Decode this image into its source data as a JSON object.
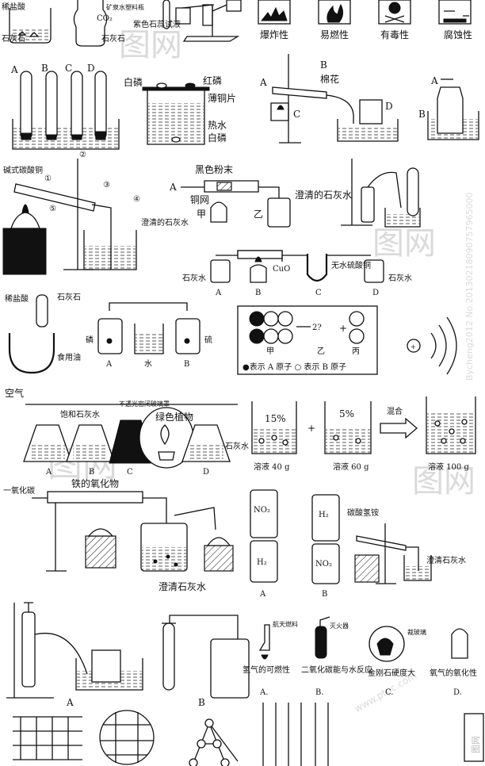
{
  "labels": {
    "hcl": "稀盐酸",
    "plastic_bottle": "矿泉水塑料瓶",
    "co2": "CO₂",
    "limestone": "石灰石",
    "litmus": "紫色石蕊试液",
    "hazards": [
      "爆炸性",
      "易燃性",
      "有毒性",
      "腐蚀性"
    ],
    "tube_letters": [
      "A",
      "B",
      "C",
      "D"
    ],
    "white_p": "白磷",
    "red_p": "红磷",
    "copper_sheet": "薄铜片",
    "hot_water": "热水",
    "white_p2": "白磷",
    "cotton": "棉花",
    "kmno4_a": "A",
    "kmno4_b": "B",
    "kmno4_c": "C",
    "kmno4_d": "D",
    "bottle_a": "A",
    "bottle_b": "B",
    "basic_cuco3": "碱式碳酸铜",
    "nums": [
      "①",
      "②",
      "③",
      "④",
      "⑤"
    ],
    "limewater": "澄清的石灰水",
    "black_powder": "黑色粉末",
    "copper_mesh": "铜网",
    "jia": "甲",
    "yi": "乙",
    "arrow_a": "A",
    "cuo": "CuO",
    "anhydrous_cuso4": "无水硫酸铜",
    "limewater_short": "石灰水",
    "abcd": [
      "A",
      "B",
      "C",
      "D"
    ],
    "limestone_v": "石灰石",
    "hcl_v": "稀盐酸",
    "cooking_oil": "食用油",
    "phosphorus": "磷",
    "water": "水",
    "sulfur": "硫",
    "mol_q": "2?",
    "mol_jia": "甲",
    "mol_yi": "乙",
    "mol_bing": "丙",
    "mol_legend": "●表示 A 原子  ○ 表示 B 原子",
    "air": "空气",
    "sat_limewater": "饱和石灰水",
    "opaque_jar": "不透光密闭玻璃罩",
    "green_plant": "绿色植物",
    "limewater_d": "石灰水",
    "pct15": "15%",
    "pct5": "5%",
    "mix": "混合",
    "sol40": "溶液 40 g",
    "sol60": "溶液 60 g",
    "sol100": "溶液 100 g",
    "co": "一氧化碳",
    "iron_oxide": "铁的氧化物",
    "limewater_e": "澄清石灰水",
    "no2": "NO₂",
    "h2": "H₂",
    "nh4hco3": "碳酸氢铵",
    "limewater_f": "澄清石灰水",
    "space_fuel": "航天燃料",
    "extinguisher": "灭火器",
    "cut_glass": "裁玻璃",
    "cap_a": "氢气的可燃性",
    "cap_b": "二氧化碳能与水反应",
    "cap_c": "金刚石硬度大",
    "cap_d": "氧气的氧化性",
    "opt_a": "A.",
    "opt_b": "B.",
    "opt_c": "C.",
    "opt_d": "D.",
    "struct_a": "A",
    "struct_b": "B",
    "plus": "+",
    "pl": "+"
  },
  "watermark": {
    "side": "Bycheng2012 No.20130218090757965000",
    "logo": "图网",
    "site": "www.ptpc.com"
  }
}
